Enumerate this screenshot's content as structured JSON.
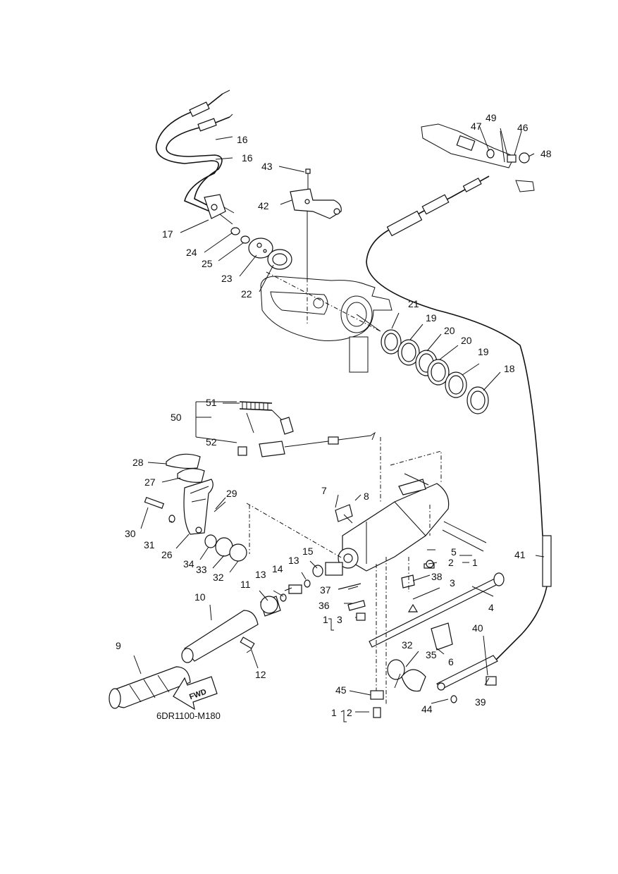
{
  "diagram": {
    "code": "6DR1100-M180",
    "direction_marker": "FWD",
    "callouts": {
      "c1a": "1",
      "c1b": "1",
      "c1c": "1",
      "c2a": "2",
      "c2b": "2",
      "c3a": "3",
      "c3b": "3",
      "c4": "4",
      "c5": "5",
      "c6": "6",
      "c7": "7",
      "c8": "8",
      "c9": "9",
      "c10": "10",
      "c11": "11",
      "c12": "12",
      "c13a": "13",
      "c13b": "13",
      "c14": "14",
      "c15": "15",
      "c16a": "16",
      "c16b": "16",
      "c17": "17",
      "c18": "18",
      "c19a": "19",
      "c19b": "19",
      "c20a": "20",
      "c20b": "20",
      "c21": "21",
      "c22": "22",
      "c23": "23",
      "c24": "24",
      "c25": "25",
      "c26": "26",
      "c27": "27",
      "c28": "28",
      "c29": "29",
      "c30": "30",
      "c31": "31",
      "c32a": "32",
      "c32b": "32",
      "c33": "33",
      "c34": "34",
      "c35": "35",
      "c36": "36",
      "c37": "37",
      "c38": "38",
      "c39": "39",
      "c40": "40",
      "c41": "41",
      "c42": "42",
      "c43": "43",
      "c44": "44",
      "c45": "45",
      "c46": "46",
      "c47": "47",
      "c48": "48",
      "c49": "49",
      "c50": "50",
      "c51": "51",
      "c52": "52"
    }
  }
}
